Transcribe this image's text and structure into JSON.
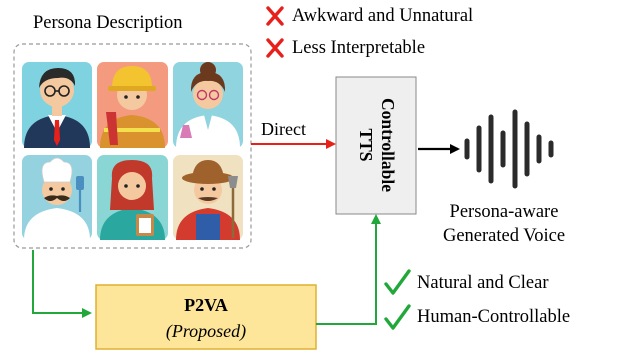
{
  "persona": {
    "title": "Persona Description",
    "avatars": [
      {
        "name": "businessman",
        "bg": "#7fd3e0"
      },
      {
        "name": "firefighter",
        "bg": "#f49a7e"
      },
      {
        "name": "scientist",
        "bg": "#8fd4de"
      },
      {
        "name": "chef",
        "bg": "#95d2df"
      },
      {
        "name": "nurse",
        "bg": "#8ad6d4"
      },
      {
        "name": "farmer",
        "bg": "#f0e2c0"
      }
    ]
  },
  "cons": [
    {
      "icon": "red-cross-icon",
      "text": "Awkward and Unnatural"
    },
    {
      "icon": "red-cross-icon",
      "text": "Less Interpretable"
    }
  ],
  "direct_label": "Direct",
  "tts": {
    "line1": "Controllable",
    "line2": "TTS"
  },
  "voice": {
    "line1": "Persona-aware",
    "line2": "Generated Voice",
    "icon": "waveform-icon"
  },
  "p2va": {
    "title": "P2VA",
    "subtitle": "(Proposed)"
  },
  "pros": [
    {
      "icon": "green-check-icon",
      "text": "Natural and Clear"
    },
    {
      "icon": "green-check-icon",
      "text": "Human-Controllable"
    }
  ],
  "colors": {
    "red": "#e8201a",
    "green": "#22a83a",
    "p2va_fill": "#fde59a",
    "p2va_border": "#e0b030",
    "tts_fill": "#efefef"
  }
}
